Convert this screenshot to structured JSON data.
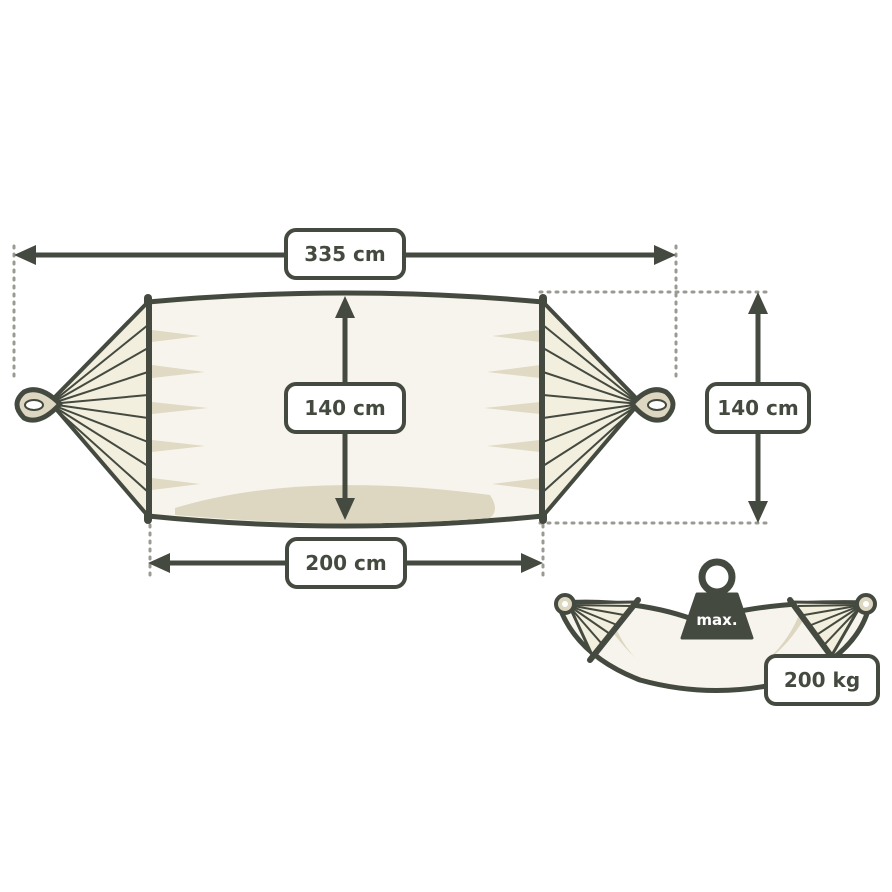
{
  "dimensions": {
    "total_length": "335 cm",
    "bed_width": "140 cm",
    "side_height": "140 cm",
    "bed_length": "200 cm"
  },
  "load": {
    "weight_label": "max.",
    "max_load": "200 kg"
  },
  "colors": {
    "outline": "#444a3f",
    "fabric": "#f6f4ec",
    "fabric_shade": "#ddd7c1",
    "label_bg": "#ffffff",
    "dots": "#9a9a92"
  }
}
